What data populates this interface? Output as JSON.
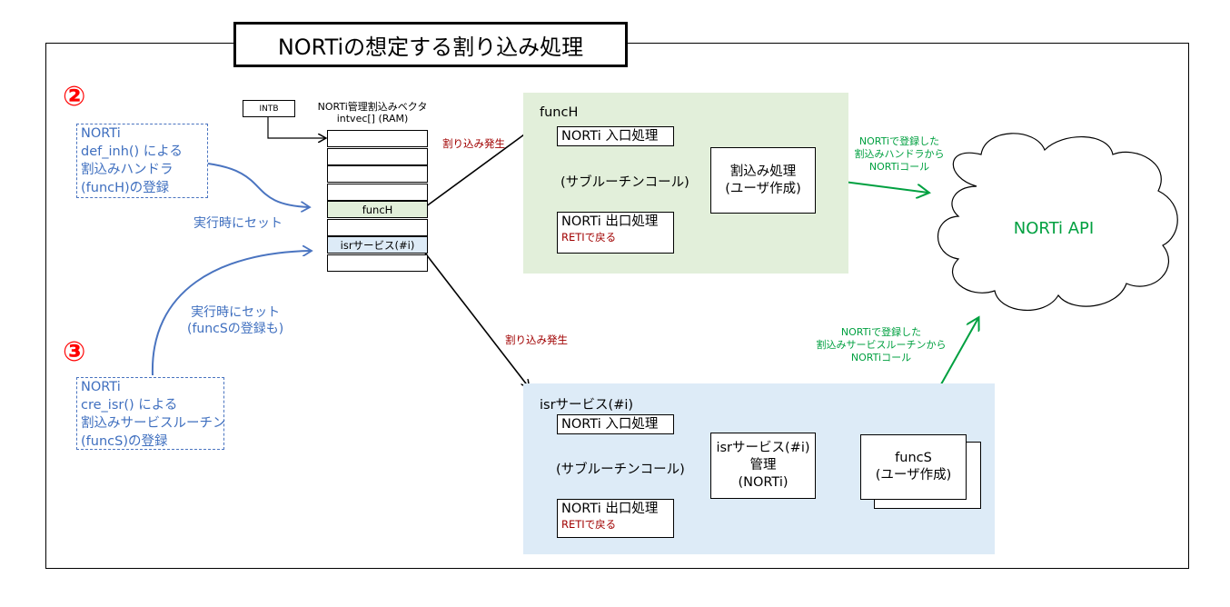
{
  "title": "NORTiの想定する割り込み処理",
  "step2": {
    "marker": "②",
    "box_text": "NORTi\ndef_inh() による\n割込みハンドラ\n(funcH)の登録",
    "note": "実行時にセット"
  },
  "step3": {
    "marker": "③",
    "box_text": "NORTi\ncre_isr() による\n割込みサービスルーチン\n(funcS)の登録",
    "note": "実行時にセット\n(funcSの登録も)"
  },
  "vector": {
    "intb_label": "INTB",
    "title": "NORTi管理割込みベクタ\nintvec[] (RAM)",
    "rows": [
      "",
      "",
      "",
      "",
      "funcH",
      "",
      "isrサービス(#i)",
      ""
    ],
    "row_colors": [
      "#ffffff",
      "#ffffff",
      "#ffffff",
      "#ffffff",
      "#e2efda",
      "#ffffff",
      "#ddebf7",
      "#ffffff"
    ]
  },
  "interrupt_label_h": "割り込み発生",
  "interrupt_label_s": "割り込み発生",
  "panel_h": {
    "title": "funcH",
    "entry": "NORTi 入口処理",
    "subcall": "(サブルーチンコール)",
    "process": "割込み処理\n(ユーザ作成)",
    "exit": "NORTi 出口処理",
    "reti": "RETIで戻る"
  },
  "panel_s": {
    "title": "isrサービス(#i)",
    "entry": "NORTi 入口処理",
    "subcall": "(サブルーチンコール)",
    "manager": "isrサービス(#i)\n管理\n(NORTi)",
    "funcs": "funcS\n(ユーザ作成)",
    "exit": "NORTi 出口処理",
    "reti": "RETIで戻る"
  },
  "green_note_h": "NORTiで登録した\n割込みハンドラから\nNORTiコール",
  "green_note_s": "NORTiで登録した\n割込みサービスルーチンから\nNORTiコール",
  "api_label": "NORTi API",
  "colors": {
    "red": "#ff0000",
    "dark_red": "#a00000",
    "blue": "#4a74c0",
    "green": "#00a040",
    "green_panel": "#e2efda",
    "blue_panel": "#ddebf7"
  }
}
